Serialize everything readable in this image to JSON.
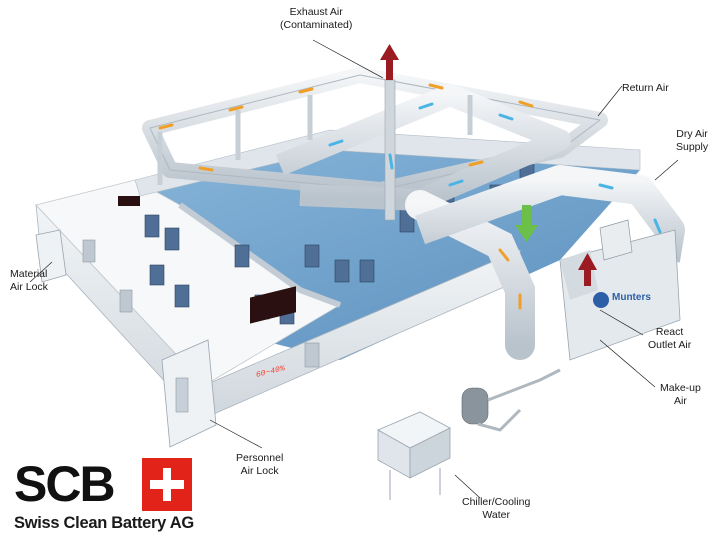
{
  "labels": {
    "exhaust_air": [
      "Exhaust Air",
      "(Contaminated)"
    ],
    "return_air": [
      "Return Air"
    ],
    "dry_air_supply": [
      "Dry Air",
      "Supply"
    ],
    "material_air_lock": [
      "Material",
      "Air Lock"
    ],
    "react_outlet_air": [
      "React",
      "Outlet Air"
    ],
    "make_up_air": [
      "Make-up",
      "Air"
    ],
    "personnel_air_lock": [
      "Personnel",
      "Air Lock"
    ],
    "chiller_cooling_water": [
      "Chiller/Cooling",
      "Water"
    ]
  },
  "equipment": {
    "dehumidifier_brand": "Munters",
    "display_left": "",
    "display_right": "60~40%"
  },
  "logo": {
    "wordmark": "SCB",
    "company": "Swiss Clean Battery AG"
  },
  "colors": {
    "floor": "#6a9ec8",
    "wall": "#e8edf1",
    "duct": "#dde3e8",
    "duct_shade": "#b9c3cc",
    "arrow_red": "#9b1b22",
    "arrow_green": "#6cc04a",
    "flow_orange": "#f0a028",
    "flow_blue": "#4ab4e6",
    "logo_red": "#e2231a"
  }
}
